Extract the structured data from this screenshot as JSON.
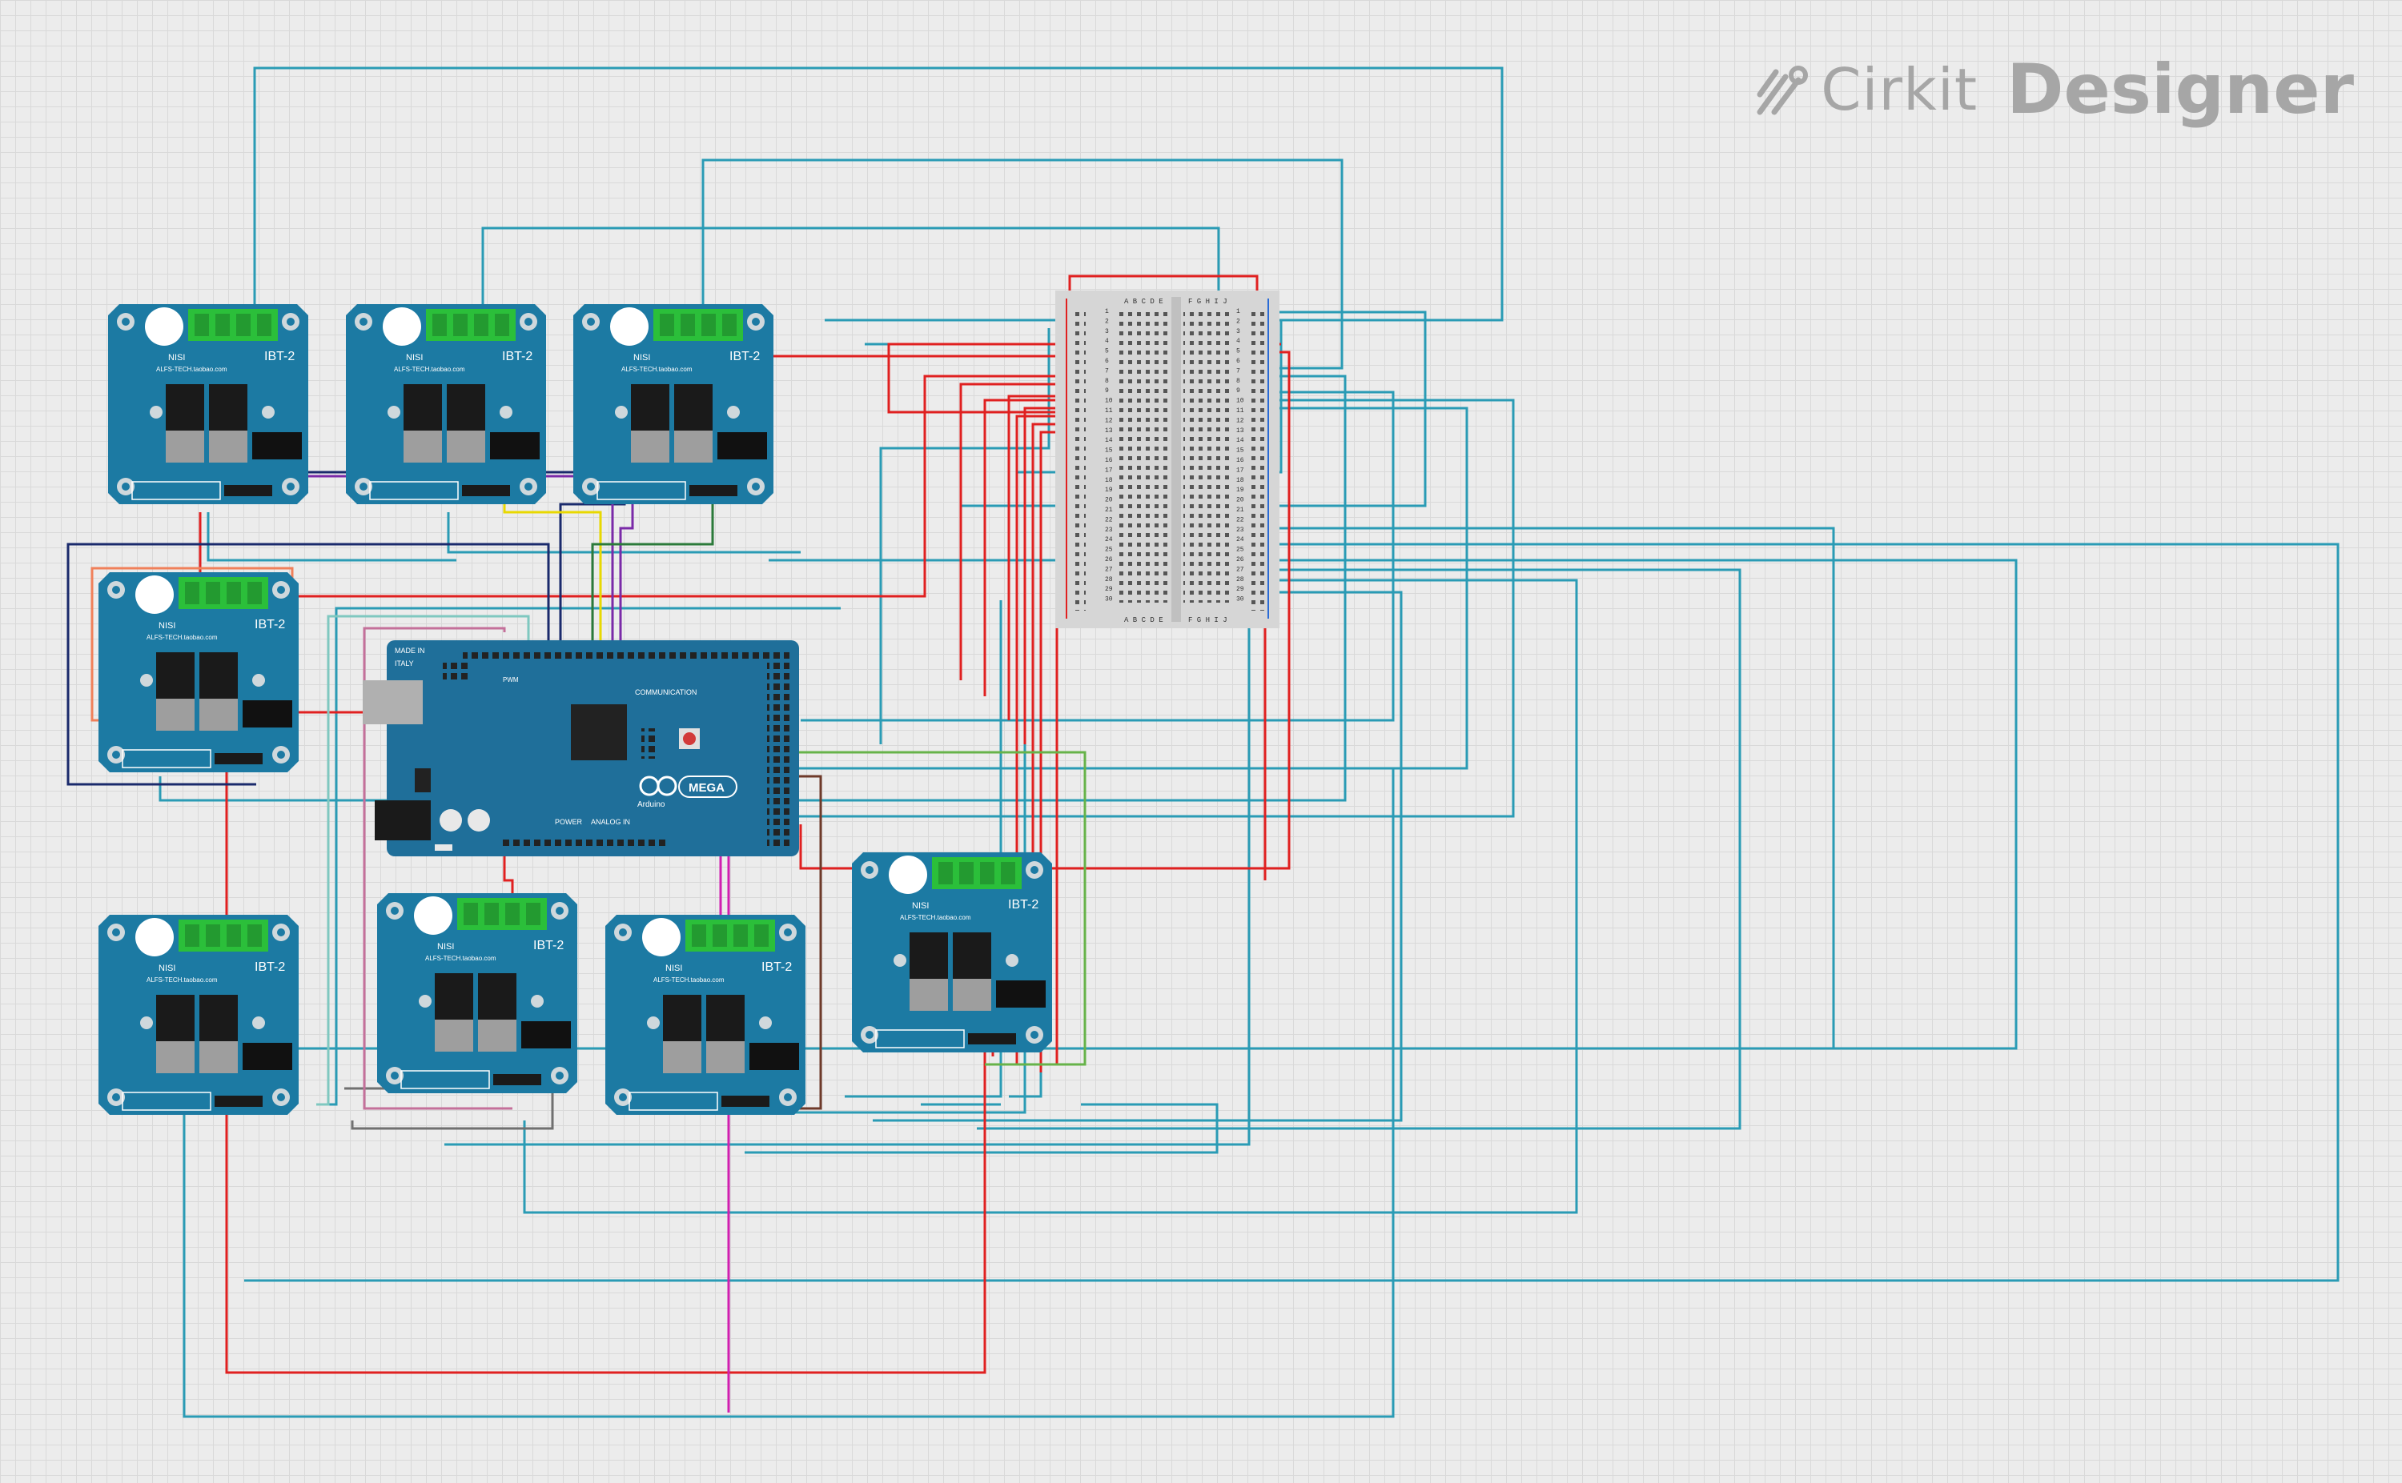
{
  "logo": {
    "brand": "Cirkit",
    "product": "Designer",
    "icon": "cirkit-logo-icon"
  },
  "drivers": [
    {
      "brand": "NISI",
      "model": "IBT-2",
      "site": "ALFS-TECH.taobao.com"
    },
    {
      "brand": "NISI",
      "model": "IBT-2",
      "site": "ALFS-TECH.taobao.com"
    },
    {
      "brand": "NISI",
      "model": "IBT-2",
      "site": "ALFS-TECH.taobao.com"
    },
    {
      "brand": "NISI",
      "model": "IBT-2",
      "site": "ALFS-TECH.taobao.com"
    },
    {
      "brand": "NISI",
      "model": "IBT-2",
      "site": "ALFS-TECH.taobao.com"
    },
    {
      "brand": "NISI",
      "model": "IBT-2",
      "site": "ALFS-TECH.taobao.com"
    },
    {
      "brand": "NISI",
      "model": "IBT-2",
      "site": "ALFS-TECH.taobao.com"
    },
    {
      "brand": "NISI",
      "model": "IBT-2",
      "site": "ALFS-TECH.taobao.com"
    }
  ],
  "arduino": {
    "made_in": "MADE IN",
    "country": "ITALY",
    "pwm": "PWM",
    "communication": "COMMUNICATION",
    "power": "POWER",
    "analog_in": "ANALOG IN",
    "brand": "Arduino",
    "model": "MEGA"
  },
  "breadboard": {
    "columns_left": "A B C D E",
    "columns_right": "F G H I J",
    "row_count": 30
  },
  "colors": {
    "wire_blue": "#2a9bb5",
    "wire_red": "#e02020",
    "wire_navy": "#1a2a6c",
    "wire_purple": "#7a2aa8",
    "wire_yellow": "#e8d800",
    "wire_green": "#2b7a3a",
    "wire_magenta": "#d11fb0",
    "board_blue": "#1c7aa3",
    "arduino_blue": "#1f6f9a",
    "terminal_green": "#2bbf3a",
    "logo_grey": "#a6a6a6"
  }
}
